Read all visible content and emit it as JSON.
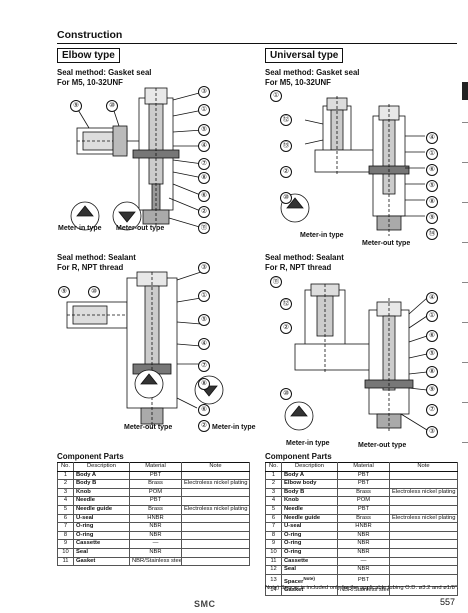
{
  "header": {
    "title": "Construction"
  },
  "elbow": {
    "heading": "Elbow type",
    "top": {
      "seal_method": "Seal method: Gasket seal",
      "for": "For M5, 10-32UNF",
      "cap_in": "Meter-in type",
      "cap_out": "Meter-out type"
    },
    "bottom": {
      "seal_method": "Seal method: Sealant",
      "for": "For R, NPT thread",
      "cap_out": "Meter-out type",
      "cap_in": "Meter-in type"
    }
  },
  "universal": {
    "heading": "Universal type",
    "top": {
      "seal_method": "Seal method: Gasket seal",
      "for": "For M5, 10-32UNF",
      "cap_in": "Meter-in type",
      "cap_out": "Meter-out type"
    },
    "bottom": {
      "seal_method": "Seal method: Sealant",
      "for": "For R, NPT thread",
      "cap_in": "Meter-in type",
      "cap_out": "Meter-out type"
    }
  },
  "callouts": {
    "c1": "①",
    "c2": "②",
    "c3": "③",
    "c4": "④",
    "c5": "⑤",
    "c6": "⑥",
    "c7": "⑦",
    "c8": "⑧",
    "c9": "⑨",
    "c10": "⑩",
    "c11": "⑪",
    "c12": "⑫",
    "c13": "⑬",
    "c14": "⑭"
  },
  "parts_elbow": {
    "title": "Component Parts",
    "headers": [
      "No.",
      "Description",
      "Material",
      "Note"
    ],
    "rows": [
      [
        "1",
        "Body A",
        "PBT",
        ""
      ],
      [
        "2",
        "Body B",
        "Brass",
        "Electroless nickel plating"
      ],
      [
        "3",
        "Knob",
        "POM",
        ""
      ],
      [
        "4",
        "Needle",
        "PBT",
        ""
      ],
      [
        "5",
        "Needle guide",
        "Brass",
        "Electroless nickel plating"
      ],
      [
        "6",
        "U-seal",
        "HNBR",
        ""
      ],
      [
        "7",
        "O-ring",
        "NBR",
        ""
      ],
      [
        "8",
        "O-ring",
        "NBR",
        ""
      ],
      [
        "9",
        "Cassette",
        "—",
        ""
      ],
      [
        "10",
        "Seal",
        "NBR",
        ""
      ],
      [
        "11",
        "Gasket",
        "NBR/Stainless steel",
        ""
      ]
    ]
  },
  "parts_universal": {
    "title": "Component Parts",
    "headers": [
      "No.",
      "Description",
      "Material",
      "Note"
    ],
    "rows": [
      [
        "1",
        "Body A",
        "PBT",
        ""
      ],
      [
        "2",
        "Elbow body",
        "PBT",
        ""
      ],
      [
        "3",
        "Body B",
        "Brass",
        "Electroless nickel plating"
      ],
      [
        "4",
        "Knob",
        "POM",
        ""
      ],
      [
        "5",
        "Needle",
        "PBT",
        ""
      ],
      [
        "6",
        "Needle guide",
        "Brass",
        "Electroless nickel plating"
      ],
      [
        "7",
        "U-seal",
        "HNBR",
        ""
      ],
      [
        "8",
        "O-ring",
        "NBR",
        ""
      ],
      [
        "9",
        "O-ring",
        "NBR",
        ""
      ],
      [
        "10",
        "O-ring",
        "NBR",
        ""
      ],
      [
        "11",
        "Cassette",
        "—",
        ""
      ],
      [
        "12",
        "Seal",
        "NBR",
        ""
      ],
      [
        "13",
        "Spacer",
        "PBT",
        ""
      ],
      [
        "14",
        "Gasket",
        "NBR/Stainless steel",
        ""
      ]
    ],
    "spacer_note_mark": "Note)"
  },
  "note": "Note) Spacer is included only for the applicable tubing O.D. ø3.2 and ø1/8\".",
  "footer": {
    "logo": "SMC",
    "page": "557"
  }
}
